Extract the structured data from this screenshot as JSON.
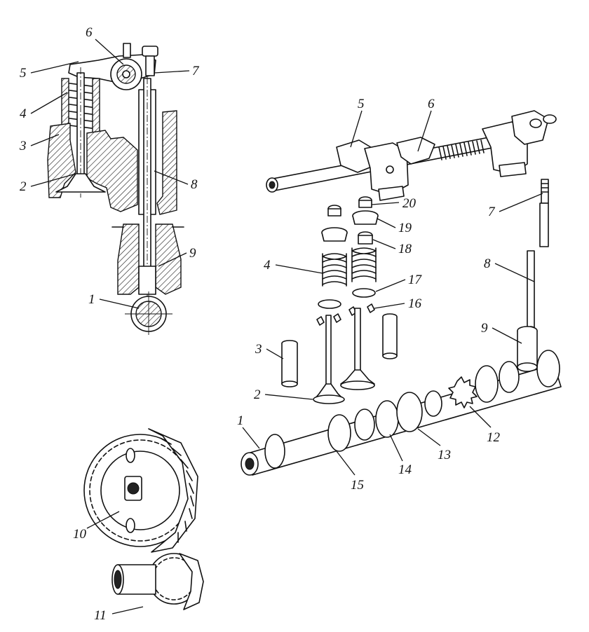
{
  "callouts": {
    "section": [
      "1",
      "2",
      "3",
      "4",
      "5",
      "6",
      "7",
      "8",
      "9"
    ],
    "exploded": [
      "1",
      "2",
      "3",
      "4",
      "5",
      "6",
      "7",
      "8",
      "9",
      "12",
      "13",
      "14",
      "15",
      "16",
      "17",
      "18",
      "19",
      "20"
    ],
    "gears": [
      "10",
      "11"
    ]
  }
}
